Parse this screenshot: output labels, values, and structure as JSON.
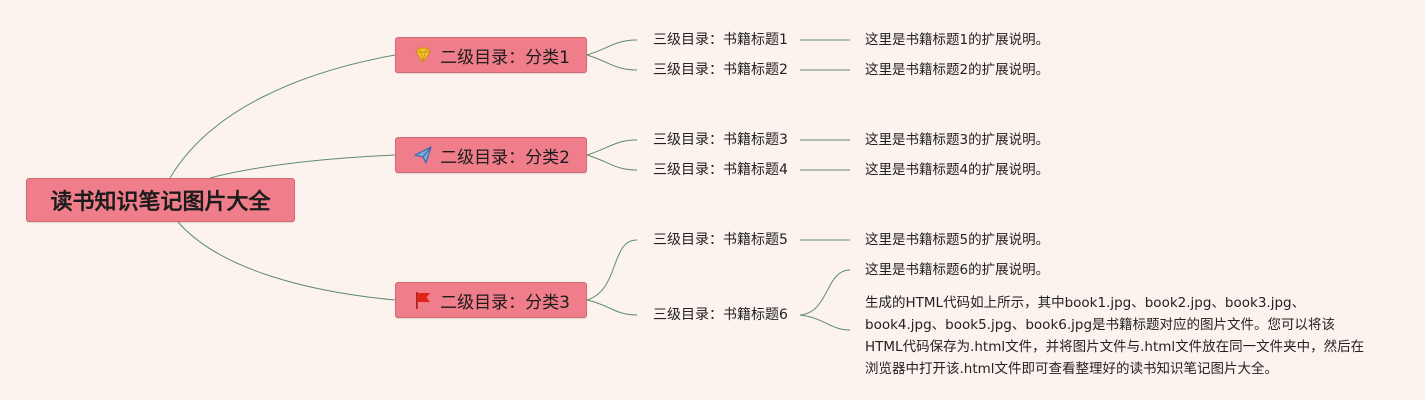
{
  "root": {
    "label": "读书知识笔记图片大全"
  },
  "categories": [
    {
      "label": "二级目录：分类1",
      "icon": "diamond-icon"
    },
    {
      "label": "二级目录：分类2",
      "icon": "paper-plane-icon"
    },
    {
      "label": "二级目录：分类3",
      "icon": "red-flag-icon"
    }
  ],
  "books": [
    {
      "label": "三级目录：书籍标题1",
      "desc": "这里是书籍标题1的扩展说明。"
    },
    {
      "label": "三级目录：书籍标题2",
      "desc": "这里是书籍标题2的扩展说明。"
    },
    {
      "label": "三级目录：书籍标题3",
      "desc": "这里是书籍标题3的扩展说明。"
    },
    {
      "label": "三级目录：书籍标题4",
      "desc": "这里是书籍标题4的扩展说明。"
    },
    {
      "label": "三级目录：书籍标题5",
      "desc": "这里是书籍标题5的扩展说明。"
    },
    {
      "label": "三级目录：书籍标题6",
      "desc": "这里是书籍标题6的扩展说明。",
      "note": "生成的HTML代码如上所示，其中book1.jpg、book2.jpg、book3.jpg、book4.jpg、book5.jpg、book6.jpg是书籍标题对应的图片文件。您可以将该HTML代码保存为.html文件，并将图片文件与.html文件放在同一文件夹中，然后在浏览器中打开该.html文件即可查看整理好的读书知识笔记图片大全。"
    }
  ],
  "colors": {
    "node_fill": "#ef7d8a",
    "line": "#5d8c6a",
    "background": "#fdf3ee"
  }
}
